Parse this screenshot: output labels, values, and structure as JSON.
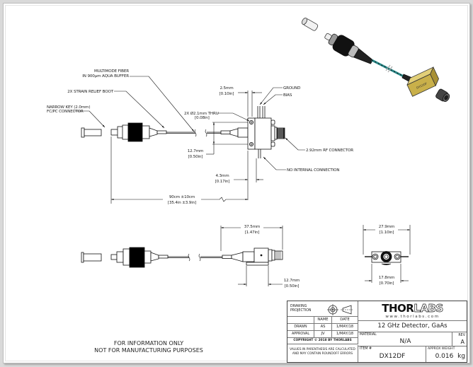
{
  "drawing": {
    "callouts": {
      "multimode_fiber": [
        "MULTIMODE FIBER",
        "IN 900µm AQUA BUFFER"
      ],
      "strain_relief": "2X STRAIN RELIEF BOOT",
      "narrow_key": [
        "NARROW KEY (2.0mm)",
        "FC/PC CONNECTOR"
      ],
      "ground": "GROUND",
      "bias": "BIAS",
      "rf_connector": "2.92mm RF CONNECTOR",
      "no_internal": "NO INTERNAL CONNECTION",
      "thru_hole": [
        "2X  Ø2.1mm THRU",
        "[0.08in]"
      ]
    },
    "dimensions": {
      "pin_spacing": [
        "2.5mm",
        "[0.10in]"
      ],
      "height_top": [
        "12.7mm",
        "[0.50in]"
      ],
      "pin_offset": [
        "4.3mm",
        "[0.17in]"
      ],
      "fiber_length": [
        "90cm ±10cm",
        "[35.4in ±3.9in]"
      ],
      "length_top": [
        "37.5mm",
        "[1.47in]"
      ],
      "width_side": [
        "12.7mm",
        "[0.50in]"
      ],
      "mount_width": [
        "27.9mm",
        "[1.10in]"
      ],
      "body_width": [
        "17.8mm",
        "[0.70in]"
      ]
    },
    "disclaimer": [
      "FOR INFORMATION ONLY",
      "NOT FOR MANUFACTURING PURPOSES"
    ],
    "colors": {
      "fiber": "#2a8a8a",
      "housing": "#c9b04a"
    }
  },
  "title_block": {
    "projection_label": [
      "DRAWING",
      "PROJECTION"
    ],
    "col_name": "NAME",
    "col_date": "DATE",
    "drawn_label": "DRAWN",
    "drawn_name": "AS",
    "drawn_date": "1/MAY/18",
    "approval_label": "APPROVAL",
    "approval_name": "JV",
    "approval_date": "1/MAY/18",
    "copyright": "COPYRIGHT © 2018 BY THORLABS",
    "values_note": [
      "VALUES IN PARENTHESIS ARE CALCULATED",
      "AND MAY CONTAIN ROUNDOFF ERRORS"
    ],
    "logo_solid": "THOR",
    "logo_outline": "LABS",
    "website": "www.thorlabs.com",
    "title": "12 GHz Detector, GaAs",
    "material_label": "MATERIAL",
    "material": "N/A",
    "rev_label": "REV",
    "rev": "A",
    "item_label": "ITEM #",
    "item": "DX12DF",
    "weight_label": "APPROX WEIGHT",
    "weight": "0.016  kg"
  }
}
